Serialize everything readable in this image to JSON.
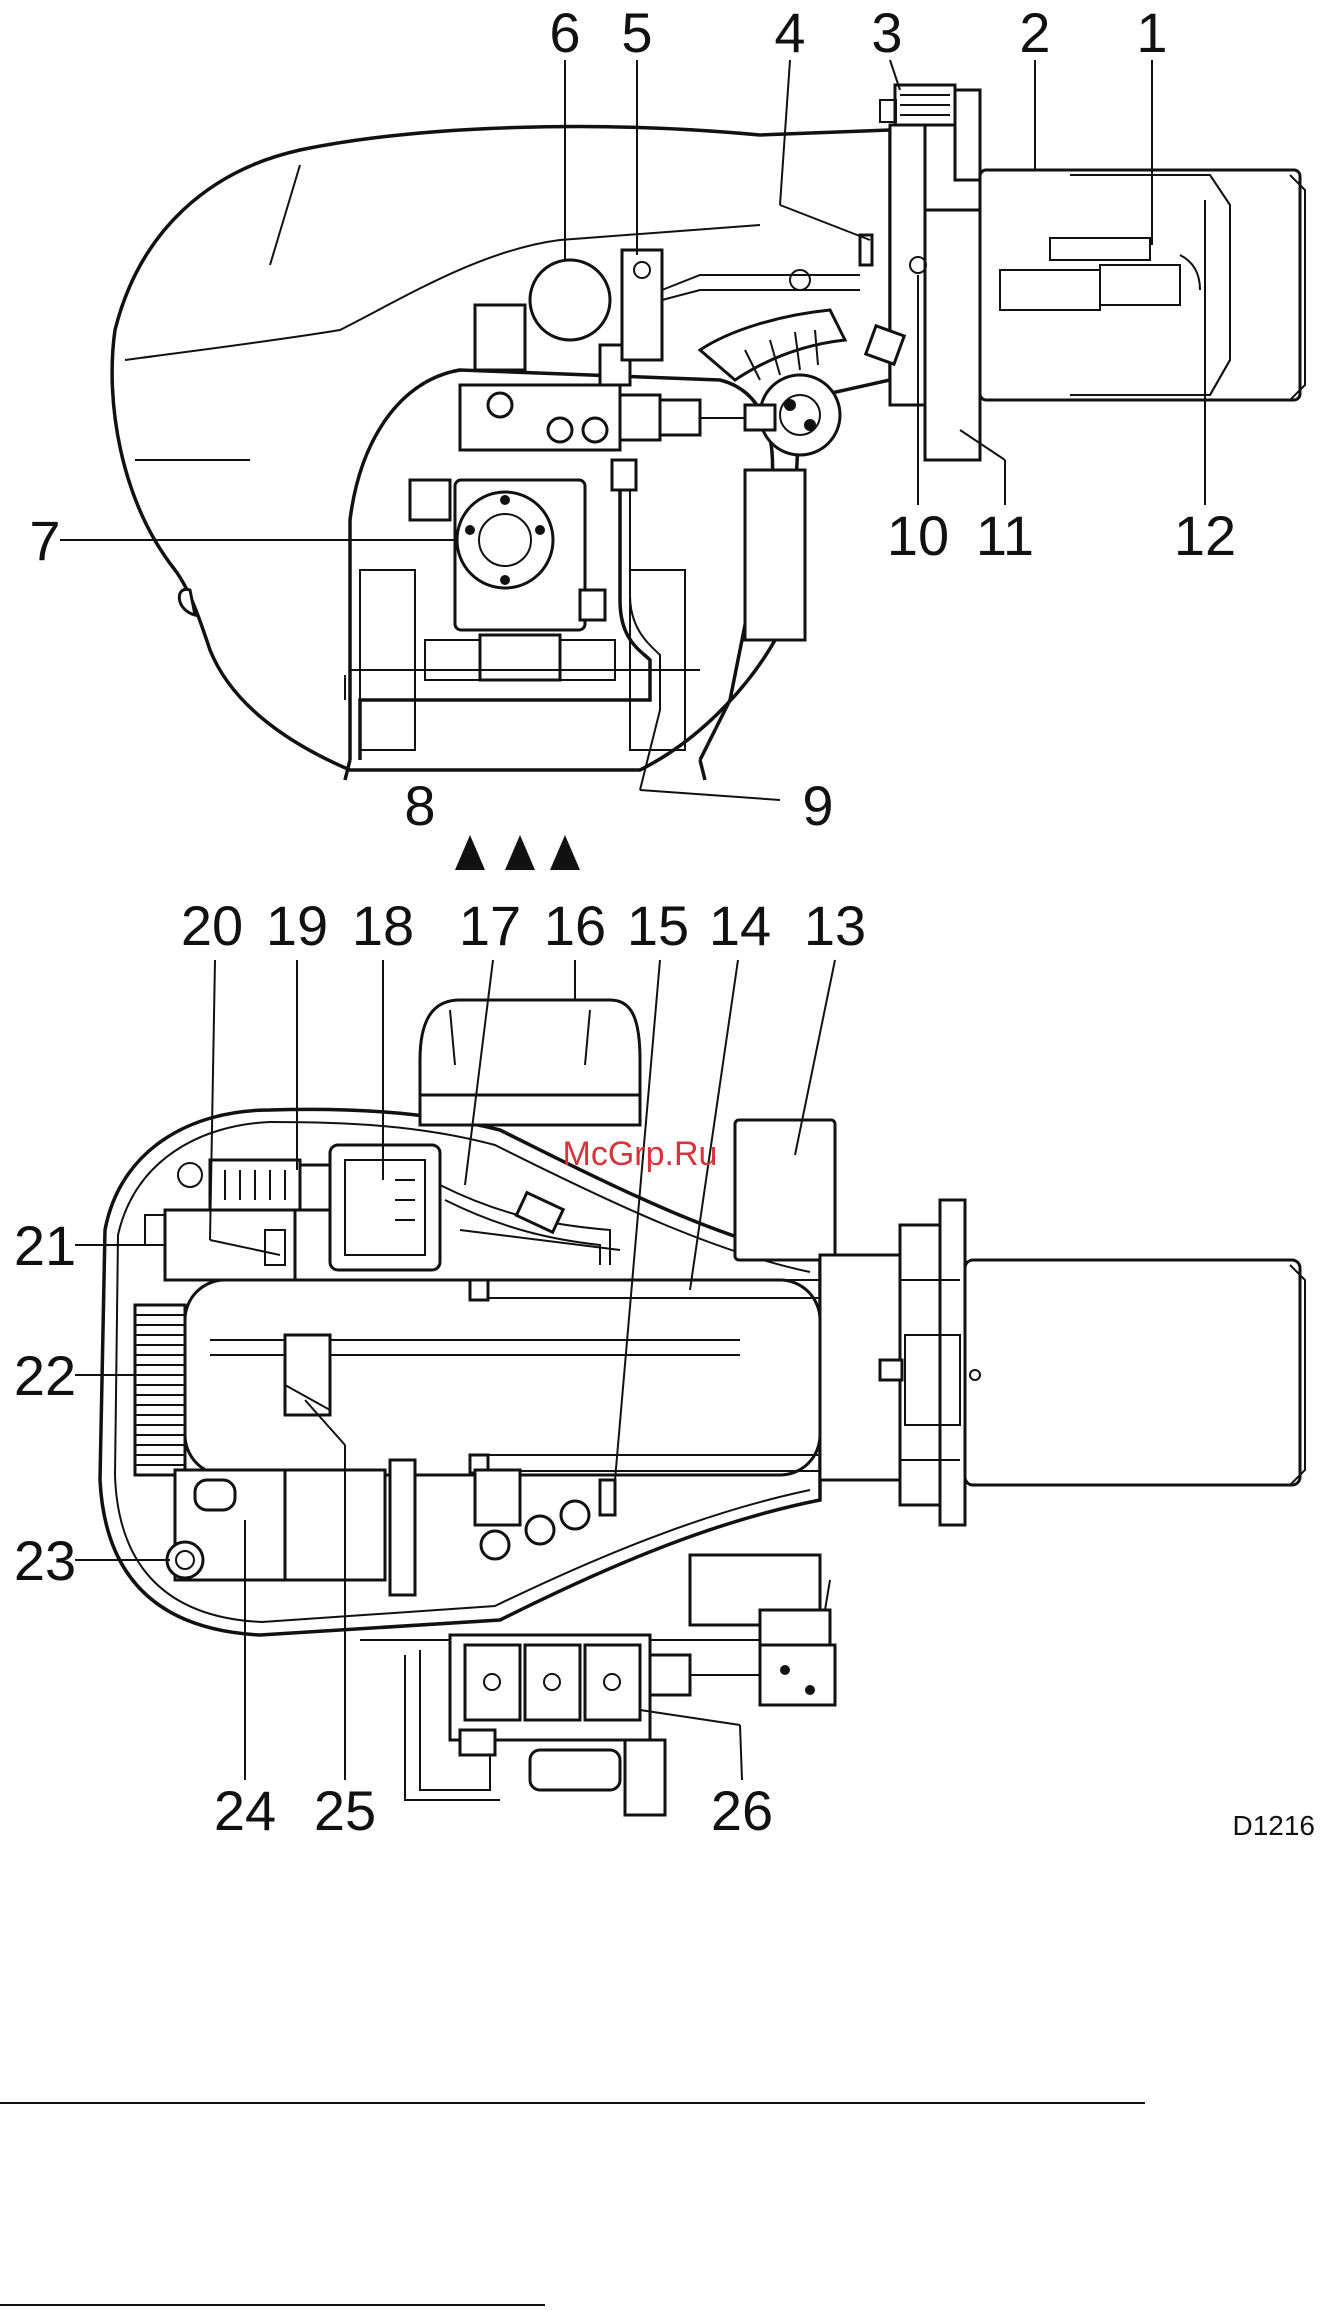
{
  "figure": {
    "top_view_labels": [
      "1",
      "2",
      "3",
      "4",
      "5",
      "6",
      "7",
      "8",
      "9",
      "10",
      "11",
      "12"
    ],
    "bottom_view_labels": [
      "13",
      "14",
      "15",
      "16",
      "17",
      "18",
      "19",
      "20",
      "21",
      "22",
      "23",
      "24",
      "25",
      "26"
    ],
    "drawing_code": "D1216",
    "watermark": "McGrp.Ru"
  }
}
